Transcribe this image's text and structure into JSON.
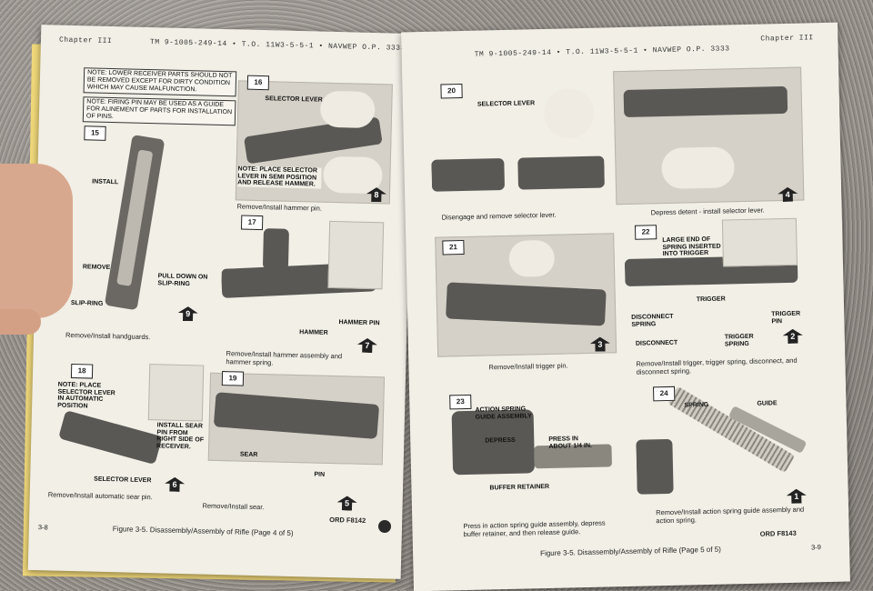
{
  "left_page": {
    "chapter": "Chapter III",
    "header": "TM 9-1005-249-14 • T.O. 11W3-5-5-1 • NAVWEP O.P. 3333",
    "note1": "NOTE: LOWER RECEIVER PARTS SHOULD NOT BE REMOVED EXCEPT FOR DIRTY CONDITION WHICH MAY CAUSE MALFUNCTION.",
    "note2": "NOTE: FIRING PIN MAY BE USED AS A GUIDE FOR ALINEMENT OF PARTS FOR INSTALLATION OF PINS.",
    "panel15": {
      "num": "15",
      "install": "INSTALL",
      "remove": "REMOVE",
      "pull": "PULL DOWN ON SLIP-RING",
      "slip": "SLIP-RING",
      "step": "9",
      "caption": "Remove/Install handguards."
    },
    "panel16": {
      "num": "16",
      "selector": "SELECTOR LEVER",
      "note": "NOTE: PLACE SELECTOR LEVER IN SEMI POSITION AND RELEASE HAMMER.",
      "step": "8",
      "caption": "Remove/Install hammer pin."
    },
    "panel17": {
      "num": "17",
      "hammer": "HAMMER",
      "hammer_pin": "HAMMER PIN",
      "step": "7",
      "caption": "Remove/Install hammer assembly and hammer spring."
    },
    "panel18a": {
      "num": "18",
      "note": "NOTE: PLACE SELECTOR LEVER IN AUTOMATIC POSITION",
      "install": "INSTALL SEAR PIN FROM RIGHT SIDE OF RECEIVER.",
      "selector": "SELECTOR LEVER",
      "step": "6",
      "caption": "Remove/Install automatic sear pin."
    },
    "panel18b": {
      "num": "19",
      "sear": "SEAR",
      "pin": "PIN",
      "step": "5",
      "caption": "Remove/Install sear."
    },
    "ord": "ORD F8142",
    "figure": "Figure 3-5.  Disassembly/Assembly of Rifle (Page 4 of 5)",
    "page_no": "3-8"
  },
  "right_page": {
    "chapter": "Chapter III",
    "header": "TM 9-1005-249-14 • T.O. 11W3-5-5-1 • NAVWEP O.P. 3333",
    "panel20": {
      "num": "20",
      "selector": "SELECTOR LEVER",
      "caption": "Disengage and remove selector lever."
    },
    "panelA": {
      "step": "4",
      "caption": "Depress detent - install selector lever."
    },
    "panel21": {
      "num": "21",
      "step": "3",
      "caption": "Remove/Install trigger pin."
    },
    "panel22": {
      "num": "22",
      "large_end": "LARGE END OF SPRING INSERTED INTO TRIGGER",
      "trigger": "TRIGGER",
      "disconnect_spring": "DISCONNECT SPRING",
      "disconnect": "DISCONNECT",
      "trigger_spring": "TRIGGER SPRING",
      "trigger_pin": "TRIGGER PIN",
      "step": "2",
      "caption": "Remove/Install trigger, trigger spring, disconnect, and disconnect spring."
    },
    "panel23": {
      "num": "23",
      "action": "ACTION SPRING GUIDE ASSEMBLY",
      "depress": "DEPRESS",
      "press": "PRESS IN ABOUT 1/4 IN.",
      "buffer": "BUFFER RETAINER",
      "caption": "Press in action spring guide assembly, depress buffer retainer, and then release guide."
    },
    "panel24": {
      "num": "24",
      "spring": "SPRING",
      "guide": "GUIDE",
      "step": "1",
      "caption": "Remove/Install action spring guide assembly and action spring."
    },
    "ord": "ORD F8143",
    "figure": "Figure 3-5.  Disassembly/Assembly of Rifle (Page 5 of 5)",
    "page_no": "3-9"
  }
}
